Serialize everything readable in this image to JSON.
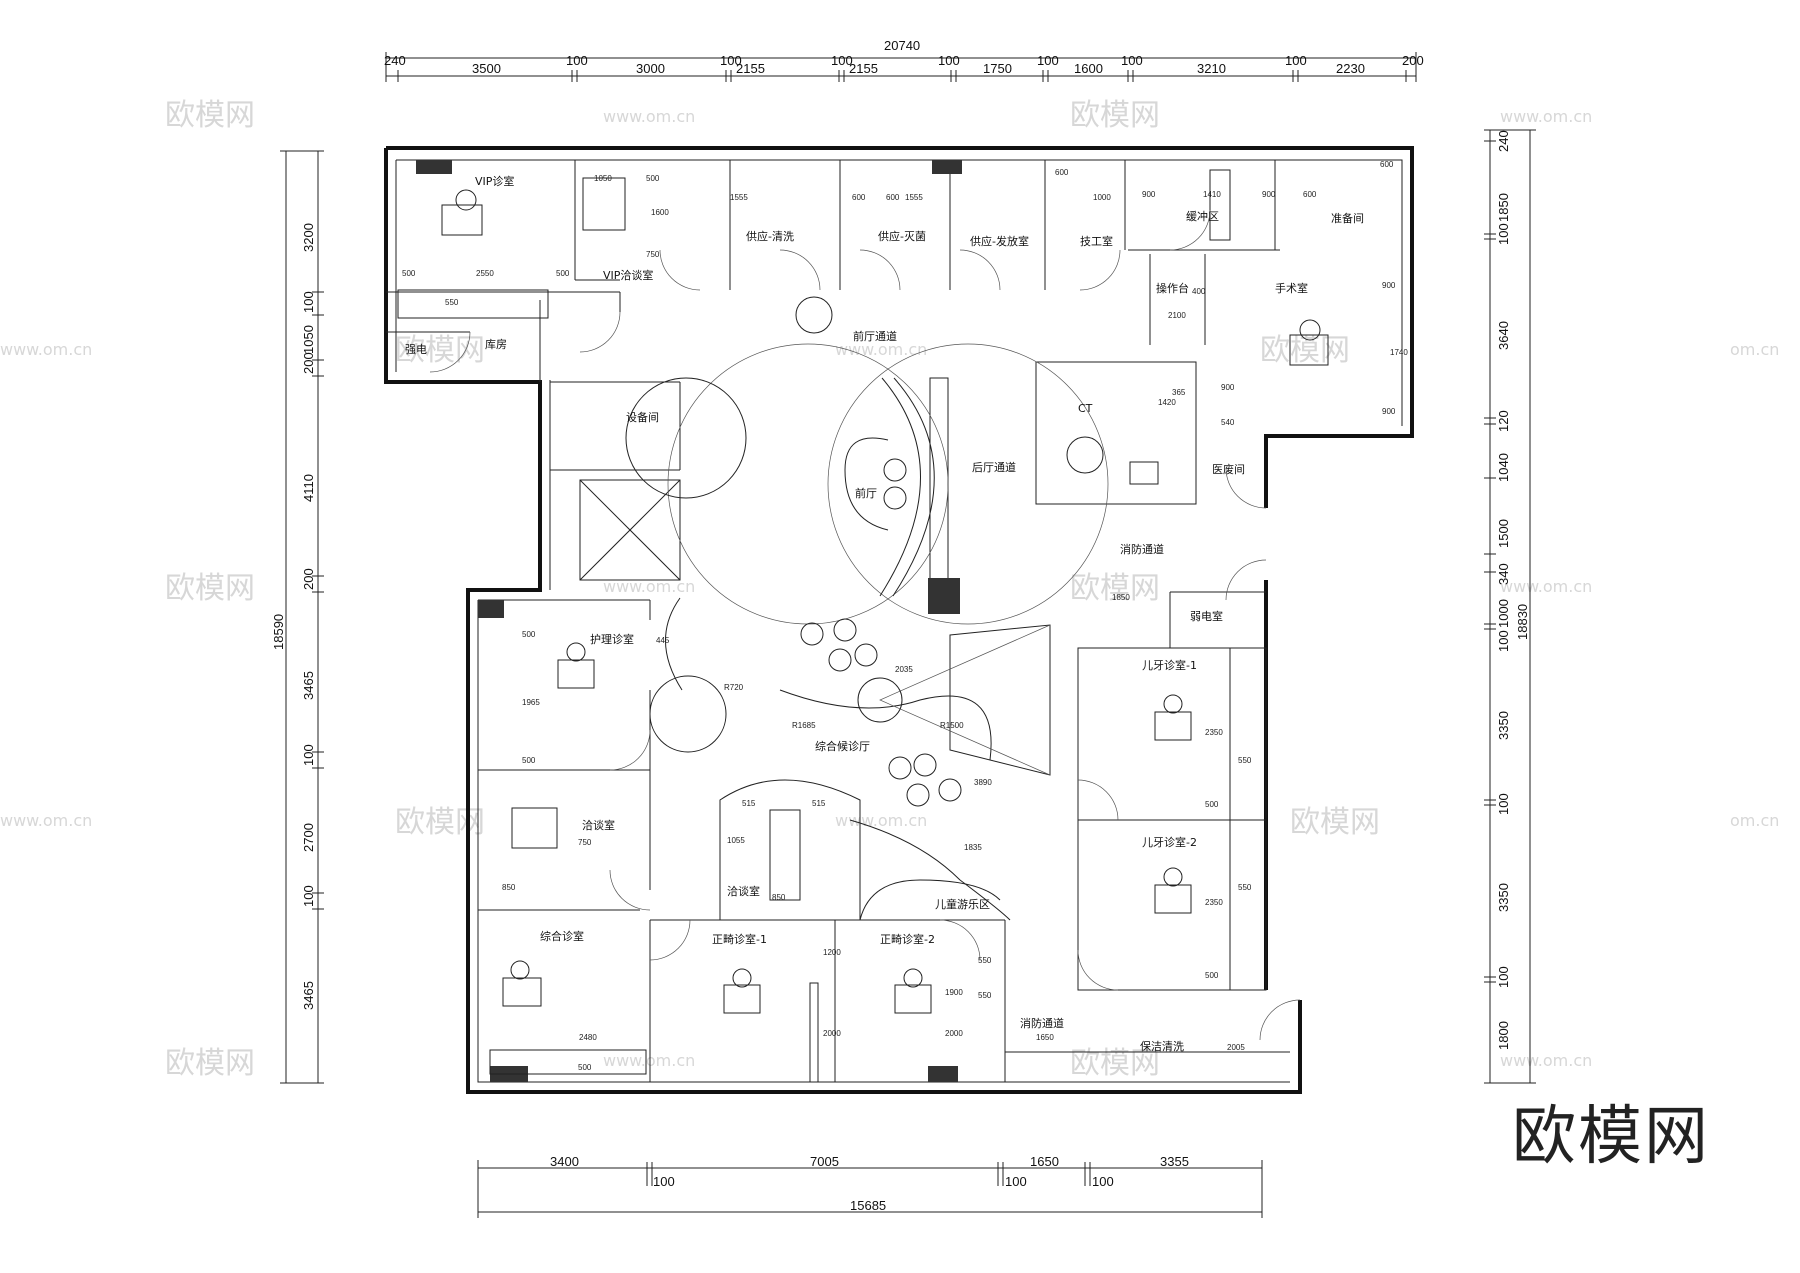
{
  "logo": "欧模网",
  "watermarks": {
    "brand": "欧模网",
    "url": "www.om.cn",
    "url_short": "om.cn"
  },
  "dims": {
    "top_total": "20740",
    "top": [
      "240",
      "3500",
      "100",
      "3000",
      "100",
      "2155",
      "100",
      "2155",
      "100",
      "1750",
      "100",
      "1600",
      "100",
      "3210",
      "100",
      "2230",
      "200"
    ],
    "left_total": "18590",
    "left": [
      "3200",
      "100",
      "1050",
      "200",
      "4110",
      "200",
      "3465",
      "100",
      "2700",
      "100",
      "3465"
    ],
    "right_total": "18830",
    "right": [
      "240",
      "1850",
      "100",
      "3640",
      "120",
      "1040",
      "1500",
      "340",
      "1000",
      "100",
      "3350",
      "100",
      "3350",
      "100",
      "1800"
    ],
    "bottom_total": "15685",
    "bottom_upper": [
      "3400",
      "7005",
      "1650",
      "3355"
    ],
    "bottom_lower": [
      "100",
      "100",
      "100"
    ]
  },
  "rooms": {
    "vip_clinic": "VIP诊室",
    "vip_consult": "VIP洽谈室",
    "power": "强电",
    "storage": "库房",
    "supply_clean": "供应-清洗",
    "supply_sterile": "供应-灭菌",
    "supply_dispense": "供应-发放室",
    "tech_room": "技工室",
    "buffer_zone": "缓冲区",
    "prep_room": "准备间",
    "operation_table": "操作台",
    "operating_room": "手术室",
    "front_corridor": "前厅通道",
    "equipment_room": "设备间",
    "front_desk": "前厅",
    "rear_corridor": "后厅通道",
    "ct": "CT",
    "medical_waste": "医废间",
    "fire_passage": "消防通道",
    "weak_electric": "弱电室",
    "nursing_clinic": "护理诊室",
    "consult_room": "洽谈室",
    "general_clinic": "综合诊室",
    "waiting_hall": "综合候诊厅",
    "consult_room_2": "洽谈室",
    "kids_play": "儿童游乐区",
    "ortho_1": "正畸诊室-1",
    "ortho_2": "正畸诊室-2",
    "fire_passage_2": "消防通道",
    "cleaning": "保洁清洗",
    "kids_dental_1": "儿牙诊室-1",
    "kids_dental_2": "儿牙诊室-2"
  },
  "inner_dims": {
    "vip_500a": "500",
    "vip_2550": "2550",
    "vip_500b": "500",
    "vip_550": "550",
    "c_1050": "1050",
    "c_500": "500",
    "c_1600": "1600",
    "c_750": "750",
    "c_1555a": "1555",
    "c_600a": "600",
    "c_600b": "600",
    "c_1555b": "1555",
    "c_600c": "600",
    "c_1000": "1000",
    "c_900a": "900",
    "c_1410": "1410",
    "c_900b": "900",
    "c_600d": "600",
    "c_600e": "600",
    "c_2100": "2100",
    "c_400": "400",
    "c_900c": "900",
    "c_1740": "1740",
    "c_900d": "900",
    "ct_1420": "1420",
    "ct_365": "365",
    "ct_900": "900",
    "ct_540": "540",
    "w_1850": "1850",
    "n_445": "445",
    "n_500a": "500",
    "n_1965": "1965",
    "n_500b": "500",
    "cr_750": "750",
    "cr_850": "850",
    "g_2480": "2480",
    "g_500": "500",
    "r_720": "R720",
    "r_1685": "R1685",
    "r_2035": "2035",
    "r_1500": "R1500",
    "r_3890": "3890",
    "r_1835": "1835",
    "cs_515a": "515",
    "cs_515b": "515",
    "cs_1055": "1055",
    "cs_850": "850",
    "o_1200": "1200",
    "o_2000a": "2000",
    "o_1900": "1900",
    "o_2000b": "2000",
    "f_550a": "550",
    "f_550b": "550",
    "f_1650": "1650",
    "f_2005": "2005",
    "k_2350a": "2350",
    "k_500a": "500",
    "k_550a": "550",
    "k_2350b": "2350",
    "k_500b": "500",
    "k_550b": "550"
  }
}
